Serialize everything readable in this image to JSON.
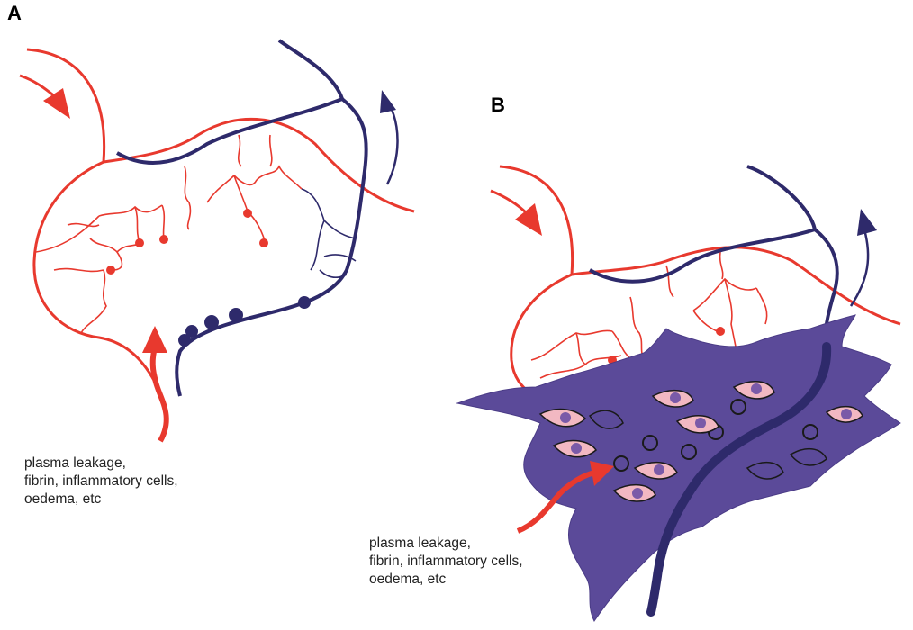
{
  "panels": [
    {
      "label": "A",
      "caption": [
        "plasma leakage,",
        "fibrin, inflammatory cells,",
        "oedema, etc"
      ]
    },
    {
      "label": "B",
      "caption": [
        "plasma leakage,",
        "fibrin, inflammatory cells,",
        "oedema, etc"
      ]
    }
  ],
  "colors": {
    "arteriole": "#e8392e",
    "venule": "#2e2a6b",
    "exudate": "#5b4a99",
    "cell_fill": "#f2b8c2",
    "cell_nucleus": "#7a5aa8"
  }
}
